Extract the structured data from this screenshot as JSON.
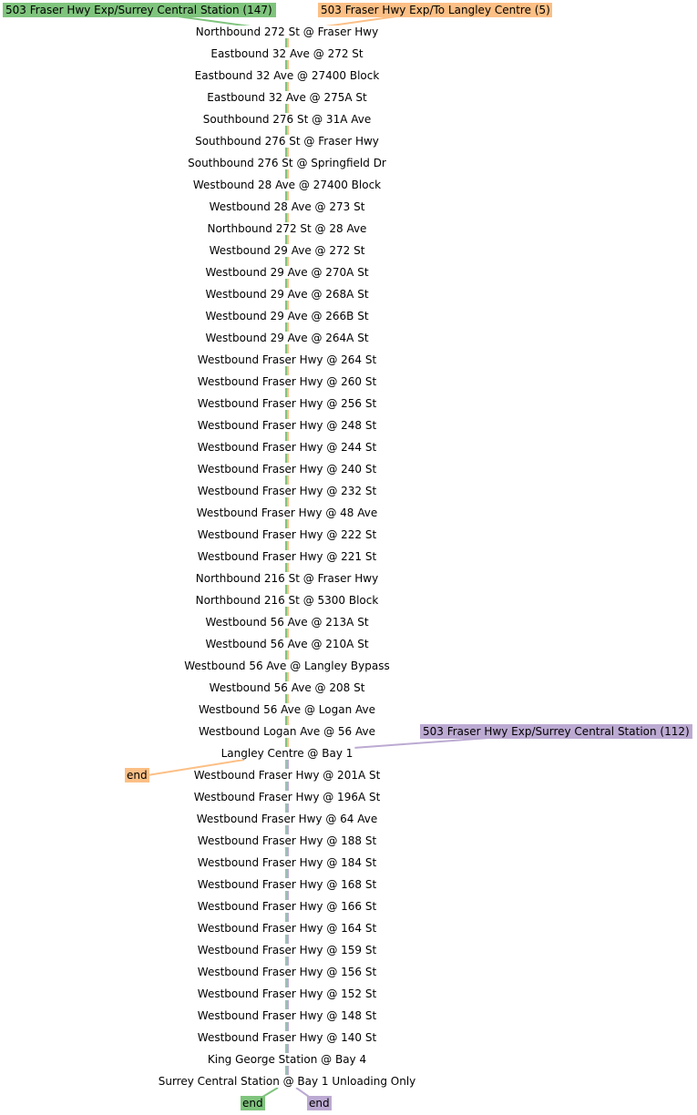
{
  "colors": {
    "green": "#7fc47d",
    "orange": "#fcbf85",
    "purple": "#bcaad2",
    "teal": "#9cc0b6",
    "text": "#000000",
    "background": "#ffffff"
  },
  "routes": [
    {
      "id": "g",
      "label": "503 Fraser Hwy Exp/Surrey Central Station (147)",
      "color": "#7fc47d"
    },
    {
      "id": "o",
      "label": "503 Fraser Hwy Exp/To Langley Centre (5)",
      "color": "#fcbf85"
    },
    {
      "id": "p",
      "label": "503 Fraser Hwy Exp/Surrey Central Station (112)",
      "color": "#bcaad2"
    }
  ],
  "end_labels": {
    "orange": "end",
    "green": "end",
    "purple": "end"
  },
  "stops": [
    "Northbound 272 St @ Fraser Hwy",
    "Eastbound 32 Ave @ 272 St",
    "Eastbound 32 Ave @ 27400 Block",
    "Eastbound 32 Ave @ 275A St",
    "Southbound 276 St @ 31A Ave",
    "Southbound 276 St @ Fraser Hwy",
    "Southbound 276 St @ Springfield Dr",
    "Westbound 28 Ave @ 27400 Block",
    "Westbound 28 Ave @ 273 St",
    "Northbound 272 St @ 28 Ave",
    "Westbound 29 Ave @ 272 St",
    "Westbound 29 Ave @ 270A St",
    "Westbound 29 Ave @ 268A St",
    "Westbound 29 Ave @ 266B St",
    "Westbound 29 Ave @ 264A St",
    "Westbound Fraser Hwy @ 264 St",
    "Westbound Fraser Hwy @ 260 St",
    "Westbound Fraser Hwy @ 256 St",
    "Westbound Fraser Hwy @ 248 St",
    "Westbound Fraser Hwy @ 244 St",
    "Westbound Fraser Hwy @ 240 St",
    "Westbound Fraser Hwy @ 232 St",
    "Westbound Fraser Hwy @ 48 Ave",
    "Westbound Fraser Hwy @ 222 St",
    "Westbound Fraser Hwy @ 221 St",
    "Northbound 216 St @ Fraser Hwy",
    "Northbound 216 St @ 5300 Block",
    "Westbound 56 Ave @ 213A St",
    "Westbound 56 Ave @ 210A St",
    "Westbound 56 Ave @ Langley Bypass",
    "Westbound 56 Ave @ 208 St",
    "Westbound 56 Ave @ Logan Ave",
    "Westbound Logan Ave @ 56 Ave",
    "Langley Centre @ Bay 1",
    "Westbound Fraser Hwy @ 201A St",
    "Westbound Fraser Hwy @ 196A St",
    "Westbound Fraser Hwy @ 64 Ave",
    "Westbound Fraser Hwy @ 188 St",
    "Westbound Fraser Hwy @ 184 St",
    "Westbound Fraser Hwy @ 168 St",
    "Westbound Fraser Hwy @ 166 St",
    "Westbound Fraser Hwy @ 164 St",
    "Westbound Fraser Hwy @ 159 St",
    "Westbound Fraser Hwy @ 156 St",
    "Westbound Fraser Hwy @ 152 St",
    "Westbound Fraser Hwy @ 148 St",
    "Westbound Fraser Hwy @ 140 St",
    "King George Station @ Bay 4",
    "Surrey Central Station @ Bay 1 Unloading Only"
  ]
}
